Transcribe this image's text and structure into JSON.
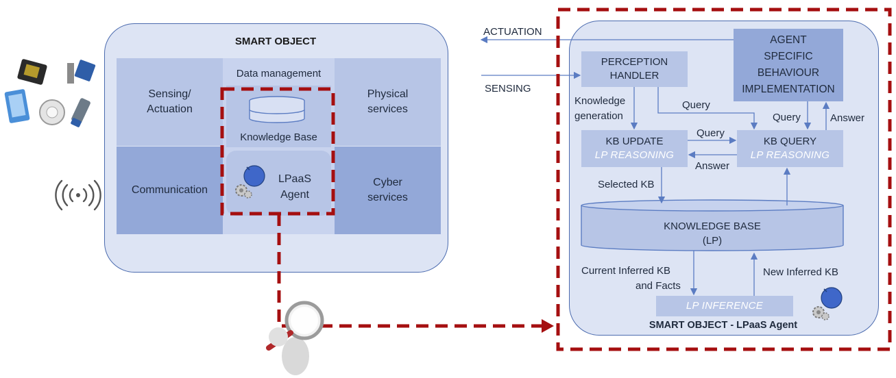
{
  "left": {
    "title": "SMART OBJECT",
    "sensing": "Sensing/\nActuation",
    "data_management": "Data management",
    "knowledge_base": "Knowledge  Base",
    "agent_line1": "LPaaS",
    "agent_line2": "Agent",
    "physical_services": "Physical\nservices",
    "communication": "Communication",
    "cyber_services": "Cyber\nservices"
  },
  "arrows": {
    "actuation": "ACTUATION",
    "sensing": "SENSING"
  },
  "right": {
    "perception_handler_1": "PERCEPTION",
    "perception_handler_2": "HANDLER",
    "agent_behaviour_1": "AGENT",
    "agent_behaviour_2": "SPECIFIC",
    "agent_behaviour_3": "BEHAVIOUR",
    "agent_behaviour_4": "IMPLEMENTATION",
    "knowledge_generation_1": "Knowledge",
    "knowledge_generation_2": "generation",
    "query_top": "Query",
    "query_right": "Query",
    "answer_right": "Answer",
    "kb_update": "KB UPDATE",
    "kb_update_sub": "LP REASONING",
    "query_mid": "Query",
    "answer_mid": "Answer",
    "kb_query": "KB QUERY",
    "kb_query_sub": "LP REASONING",
    "selected_kb": "Selected KB",
    "kb_1": "KNOWLEDGE BASE",
    "kb_2": "(LP)",
    "current_inferred_1": "Current Inferred KB",
    "current_inferred_2": "and Facts",
    "new_inferred": "New Inferred KB",
    "lp_inference": "LP INFERENCE",
    "footer": "SMART OBJECT - LPaaS Agent"
  },
  "colors": {
    "panel_bg": "#dde4f4",
    "panel_border": "#4a6aae",
    "cell_light": "#b7c5e6",
    "cell_dark": "#93a8d8",
    "dashed_red": "#a50f10",
    "arrow_blue": "#5b7cc2"
  },
  "icons": {
    "sensors": "sensor-devices-icon",
    "wireless": "wireless-signal-icon",
    "database": "database-icon",
    "agent": "robot-agent-icon",
    "inspector": "magnifier-person-icon"
  }
}
